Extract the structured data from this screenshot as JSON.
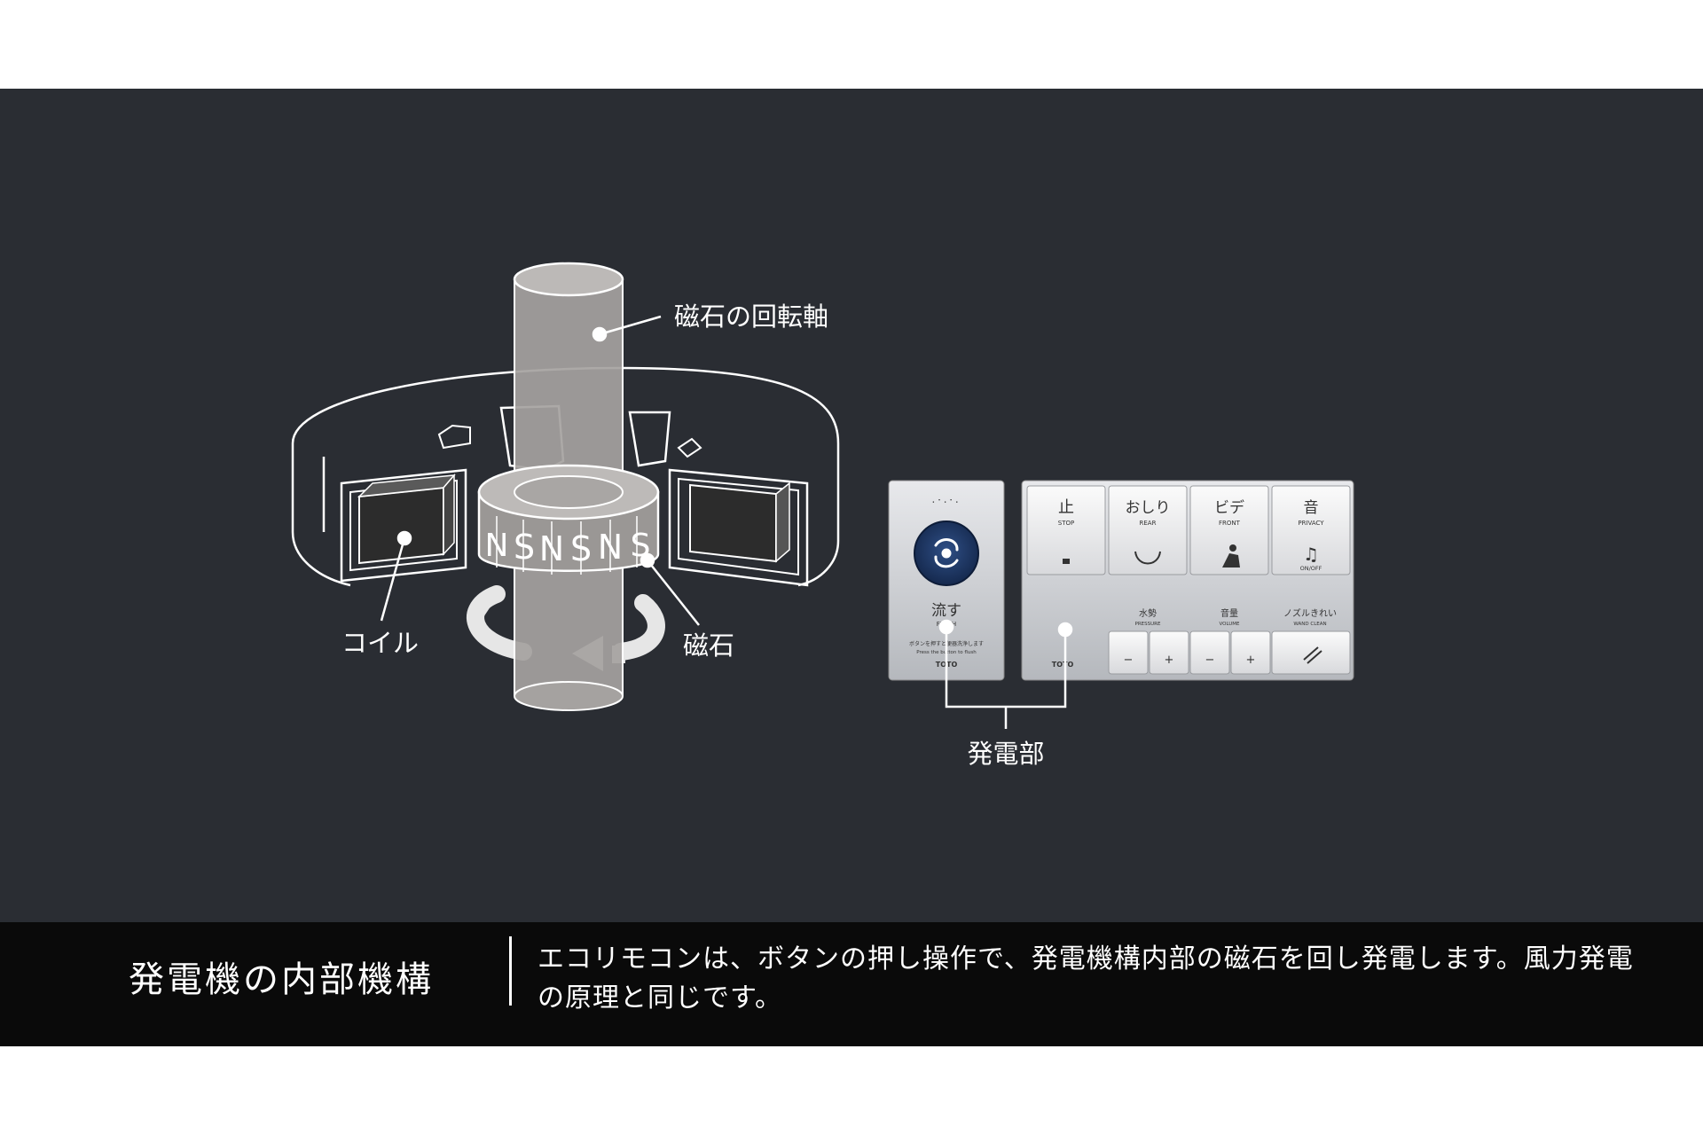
{
  "diagram": {
    "labels": {
      "shaft": "磁石の回転軸",
      "coil": "コイル",
      "magnet": "磁石",
      "generator": "発電部"
    },
    "ring_letters": [
      "N",
      "S",
      "N",
      "S",
      "N",
      "S"
    ]
  },
  "remote_left": {
    "flush_label_jp": "流す",
    "flush_label_en": "FLUSH",
    "note_jp": "ボタンを押すと便器洗浄します",
    "note_en": "Press the button to flush",
    "brand": "TOTO"
  },
  "remote_right": {
    "buttons": [
      {
        "jp": "止",
        "en": "STOP"
      },
      {
        "jp": "おしり",
        "en": "REAR"
      },
      {
        "jp": "ビデ",
        "en": "FRONT"
      },
      {
        "jp": "音",
        "en": "PRIVACY",
        "sub": "ON/OFF"
      }
    ],
    "controls": [
      {
        "jp": "水勢",
        "en": "PRESSURE",
        "minus": "−",
        "plus": "+"
      },
      {
        "jp": "音量",
        "en": "VOLUME",
        "minus": "−",
        "plus": "+"
      },
      {
        "jp": "ノズルきれい",
        "en": "WAND CLEAN"
      }
    ],
    "brand": "TOTO"
  },
  "caption": {
    "title": "発電機の内部機構",
    "text": "エコリモコンは、ボタンの押し操作で、発電機構内部の磁石を回し発電します。風力発電の原理と同じです。"
  }
}
